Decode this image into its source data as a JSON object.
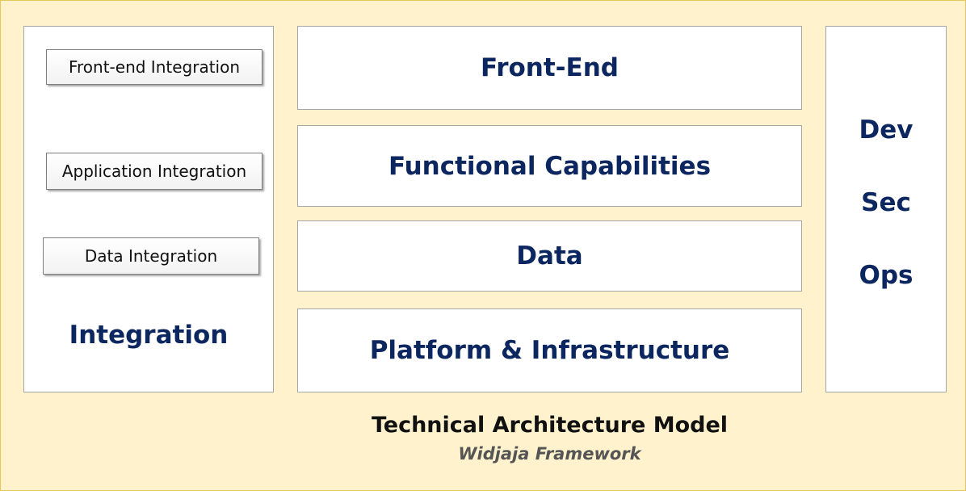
{
  "integration": {
    "items": [
      "Front-end Integration",
      "Application Integration",
      "Data Integration"
    ],
    "label": "Integration"
  },
  "layers": [
    "Front-End",
    "Functional Capabilities",
    "Data",
    "Platform & Infrastructure"
  ],
  "devsecops": [
    "Dev",
    "Sec",
    "Ops"
  ],
  "caption": {
    "title": "Technical Architecture Model",
    "subtitle": "Widjaja Framework"
  }
}
